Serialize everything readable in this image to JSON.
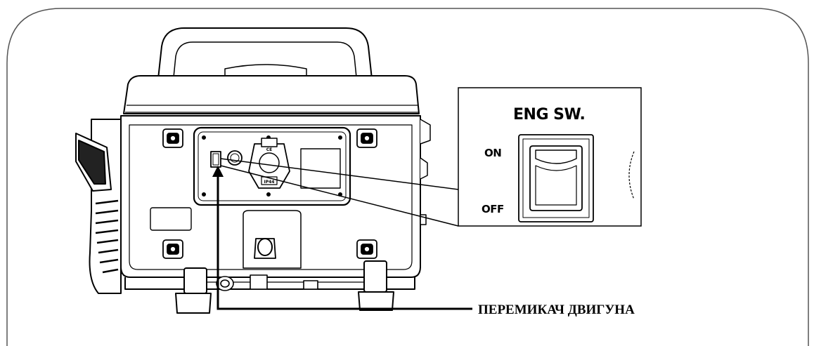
{
  "callout": {
    "title": "ENG SW.",
    "on_label": "ON",
    "off_label": "OFF"
  },
  "pointer_label": "ПЕРЕМИКАЧ ДВИГУНА",
  "socket": {
    "top_mark": "CE",
    "bottom_mark": "IP44"
  },
  "icons": [
    "generator-illustration",
    "rocker-switch-icon",
    "power-socket-icon"
  ]
}
